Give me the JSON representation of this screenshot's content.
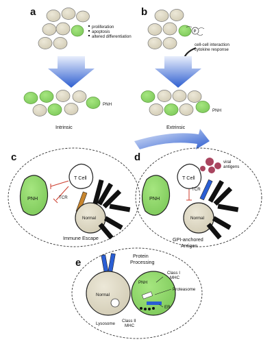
{
  "panels": {
    "a": "a",
    "b": "b",
    "c": "c",
    "d": "d",
    "e": "e"
  },
  "panel_a": {
    "bullets": [
      "proliferation",
      "apoptosis",
      "altered differentiation"
    ],
    "pnh_label": "PNH",
    "caption": "Intrinsic"
  },
  "panel_b": {
    "p_label": "P",
    "interaction_line1": "cell-cell interaction",
    "interaction_line2": "cytokine response",
    "pnh_label": "PNH",
    "caption": "Extrinsic"
  },
  "panel_c": {
    "pnh_label": "PNH",
    "tcell_label": "T Cell",
    "tcr_label": "TCR",
    "normal_label": "Normal",
    "caption": "Immune Escape"
  },
  "panel_d": {
    "pnh_label": "PNH",
    "tcell_label": "T Cell",
    "tcr_label": "TCR",
    "viral_label_line1": "viral",
    "viral_label_line2": "antigens",
    "normal_label": "Normal",
    "caption_line1": "GPI-anchored",
    "caption_line2": "Antigen"
  },
  "panel_e": {
    "title_line1": "Protein",
    "title_line2": "Processing",
    "normal_label": "Normal",
    "pnh_label": "PNH",
    "class1_line1": "Class I",
    "class1_line2": "MHC",
    "proteasome_label": "Proteasome",
    "er_label": "ER",
    "lysosome_label": "Lysosome",
    "class2_line1": "Class II",
    "class2_line2": "MHC"
  },
  "colors": {
    "normal_cell": "#d8d2be",
    "pnh_cell": "#8fd66b",
    "arrow_blue": "#3b6fd8",
    "viral": "#a9455f",
    "receptor_blue": "#2a5ed4",
    "receptor_orange": "#c7852e",
    "tcr_red": "#cc3a2a"
  }
}
